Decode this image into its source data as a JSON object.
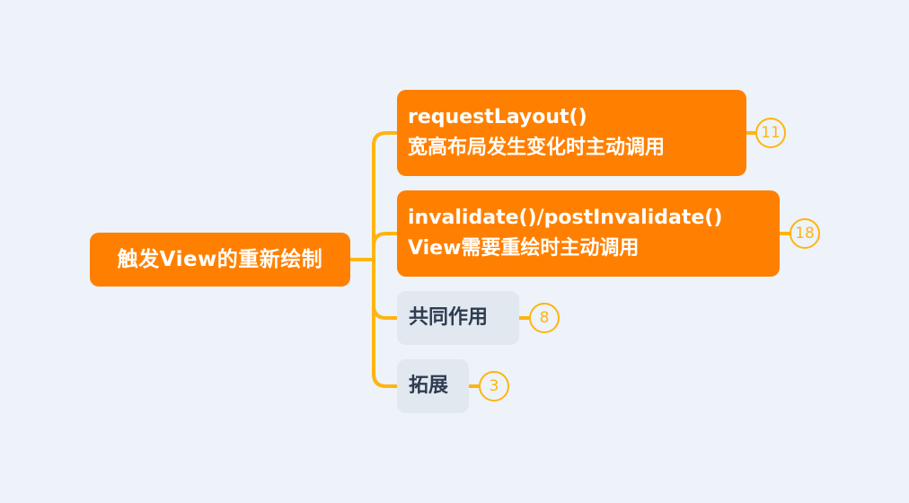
{
  "colors": {
    "background": "#edf3f9",
    "main_topic_fill": "#ff8000",
    "main_topic_text": "#ffffff",
    "sub_topic_fill": "#e1e8f0",
    "sub_topic_text": "#2e3c50",
    "connector": "#ffb412",
    "badge": "#ffb412"
  },
  "root": {
    "label": "触发View的重新绘制"
  },
  "branches": [
    {
      "line1": "requestLayout()",
      "line2": "宽高布局发生变化时主动调用",
      "count": "11",
      "style": "highlighted"
    },
    {
      "line1": "invalidate()/postInvalidate()",
      "line2": "View需要重绘时主动调用",
      "count": "18",
      "style": "highlighted"
    },
    {
      "label": "共同作用",
      "count": "8",
      "style": "collapsed"
    },
    {
      "label": "拓展",
      "count": "3",
      "style": "collapsed"
    }
  ]
}
